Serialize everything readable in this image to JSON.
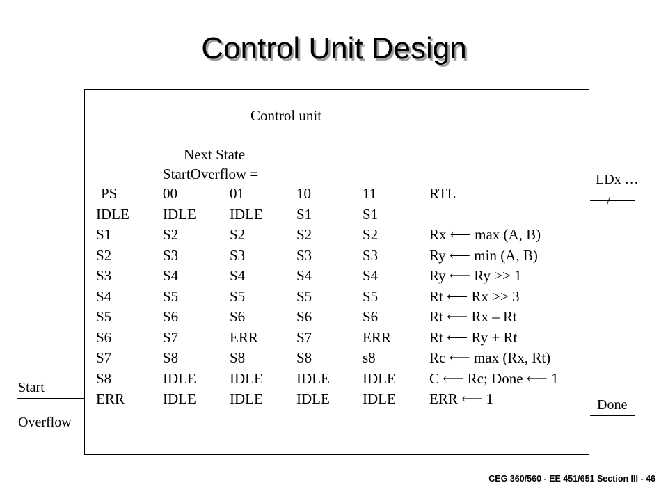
{
  "title": "Control Unit Design",
  "box": {
    "caption": "Control unit",
    "next_state_label": "Next State",
    "input_label": "StartOverflow =",
    "header": [
      "PS",
      "00",
      "01",
      "10",
      "11",
      "RTL"
    ],
    "rows": [
      [
        "IDLE",
        "IDLE",
        "IDLE",
        "S1",
        "S1",
        ""
      ],
      [
        "S1",
        "S2",
        "S2",
        "S2",
        "S2",
        "Rx ⟵ max (A, B)"
      ],
      [
        "S2",
        "S3",
        "S3",
        "S3",
        "S3",
        "Ry ⟵ min (A, B)"
      ],
      [
        "S3",
        "S4",
        "S4",
        "S4",
        "S4",
        "Ry ⟵ Ry >> 1"
      ],
      [
        "S4",
        "S5",
        "S5",
        "S5",
        "S5",
        "Rt ⟵ Rx >> 3"
      ],
      [
        "S5",
        "S6",
        "S6",
        "S6",
        "S6",
        "Rt ⟵ Rx – Rt"
      ],
      [
        "S6",
        "S7",
        "ERR",
        "S7",
        "ERR",
        "Rt ⟵ Ry + Rt"
      ],
      [
        "S7",
        "S8",
        "S8",
        "S8",
        "s8",
        "Rc ⟵  max (Rx, Rt)"
      ],
      [
        "S8",
        "IDLE",
        "IDLE",
        "IDLE",
        "IDLE",
        "C ⟵  Rc; Done ⟵ 1"
      ],
      [
        "ERR",
        "IDLE",
        "IDLE",
        "IDLE",
        "IDLE",
        "ERR ⟵ 1"
      ]
    ]
  },
  "signals": {
    "start": "Start",
    "overflow": "Overflow",
    "ldx": "LDx …",
    "bus_slash": "/",
    "done": "Done"
  },
  "footer": "CEG 360/560  - EE 451/651  Section III - 46"
}
